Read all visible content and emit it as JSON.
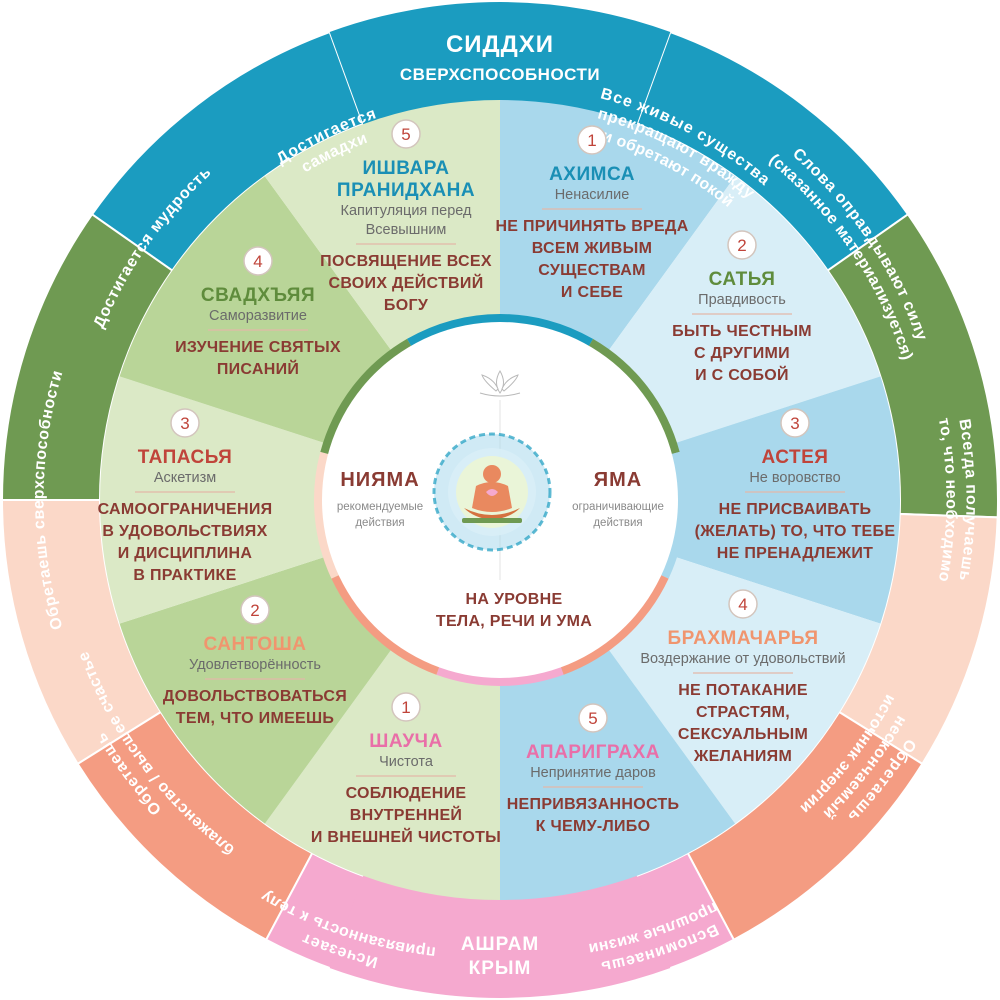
{
  "colors": {
    "teal": "#1b9cc0",
    "olive": "#6f9a52",
    "peach_light": "#fbd8c8",
    "salmon": "#f49c82",
    "pink": "#f5a9cf",
    "blue_light": "#a9d8ec",
    "blue_pale": "#d8eef7",
    "green_light": "#dbe9c6",
    "green_mid": "#b9d598",
    "title_red": "#c0443a",
    "title_teal": "#1a8fb5",
    "title_green": "#5f8c3c",
    "title_orange": "#f0956e",
    "title_pink": "#e96fa8",
    "desc_brown": "#8a3b33"
  },
  "top": {
    "title": "СИДДХИ",
    "subtitle": "СВЕРХСПОСОБНОСТИ"
  },
  "bottom": {
    "title_line1": "АШРАМ",
    "title_line2": "КРЫМ"
  },
  "outer_ring": {
    "top_left": [
      "Достигается",
      "самадхи"
    ],
    "top_right": [
      "Все живые существа",
      "прекращают вражду",
      "и обретают покой"
    ],
    "left_upper": [
      "Достигается мудрость"
    ],
    "right_upper": [
      "Слова оправдывают силу",
      "(сказанное материализуется)"
    ],
    "left_mid": [
      "Обретаешь сверхспособности"
    ],
    "right_mid": [
      "Всегда получаешь",
      "то, что необходимо"
    ],
    "left_lower": [
      "Обретаешь",
      "блаженство / высшее счастье"
    ],
    "right_lower": [
      "Обретаешь",
      "нескончаемый",
      "источник энергии"
    ],
    "bottom_left": [
      "Исчезает",
      "привязанность к телу"
    ],
    "bottom_right": [
      "Вспоминаешь",
      "прошлые жизни"
    ]
  },
  "center": {
    "niyama": {
      "title": "НИЯМА",
      "sub1": "рекомендуемые",
      "sub2": "действия"
    },
    "yama": {
      "title": "ЯМА",
      "sub1": "ограничивающие",
      "sub2": "действия"
    },
    "note_line1": "НА УРОВНЕ",
    "note_line2": "ТЕЛА, РЕЧИ И УМА"
  },
  "yama": [
    {
      "num": "1",
      "title": "АХИМСА",
      "sub": [
        "Ненасилие"
      ],
      "desc": [
        "НЕ ПРИЧИНЯТЬ ВРЕДА",
        "ВСЕМ ЖИВЫМ",
        "СУЩЕСТВАМ",
        "И СЕБЕ"
      ]
    },
    {
      "num": "2",
      "title": "САТЬЯ",
      "sub": [
        "Правдивость"
      ],
      "desc": [
        "БЫТЬ ЧЕСТНЫМ",
        "С ДРУГИМИ",
        "И С СОБОЙ"
      ]
    },
    {
      "num": "3",
      "title": "АСТЕЯ",
      "sub": [
        "Не воровство"
      ],
      "desc": [
        "НЕ ПРИСВАИВАТЬ",
        "(ЖЕЛАТЬ) ТО, ЧТО ТЕБЕ",
        "НЕ ПРЕНАДЛЕЖИТ"
      ]
    },
    {
      "num": "4",
      "title": "БРАХМАЧАРЬЯ",
      "sub": [
        "Воздержание от удовольствий"
      ],
      "desc": [
        "НЕ ПОТАКАНИЕ",
        "СТРАСТЯМ,",
        "СЕКСУАЛЬНЫМ",
        "ЖЕЛАНИЯМ"
      ]
    },
    {
      "num": "5",
      "title": "АПАРИГРАХА",
      "sub": [
        "Непринятие даров"
      ],
      "desc": [
        "НЕПРИВЯЗАННОСТЬ",
        "К ЧЕМУ-ЛИБО"
      ]
    }
  ],
  "niyama": [
    {
      "num": "5",
      "title": "ИШВАРА",
      "title2": "ПРАНИДХАНА",
      "sub": [
        "Капитуляция перед",
        "Всевышним"
      ],
      "desc": [
        "ПОСВЯЩЕНИЕ ВСЕХ",
        "СВОИХ ДЕЙСТВИЙ",
        "БОГУ"
      ]
    },
    {
      "num": "4",
      "title": "СВАДХЪЯЯ",
      "sub": [
        "Саморазвитие"
      ],
      "desc": [
        "ИЗУЧЕНИЕ СВЯТЫХ",
        "ПИСАНИЙ"
      ]
    },
    {
      "num": "3",
      "title": "ТАПАСЬЯ",
      "sub": [
        "Аскетизм"
      ],
      "desc": [
        "САМООГРАНИЧЕНИЯ",
        "В УДОВОЛЬСТВИЯХ",
        "И ДИСЦИПЛИНА",
        "В ПРАКТИКЕ"
      ]
    },
    {
      "num": "2",
      "title": "САНТОША",
      "sub": [
        "Удовлетворённость"
      ],
      "desc": [
        "ДОВОЛЬСТВОВАТЬСЯ",
        "ТЕМ, ЧТО ИМЕЕШЬ"
      ]
    },
    {
      "num": "1",
      "title": "ШАУЧА",
      "sub": [
        "Чистота"
      ],
      "desc": [
        "СОБЛЮДЕНИЕ",
        "ВНУТРЕННЕЙ",
        "И ВНЕШНЕЙ ЧИСТОТЫ"
      ]
    }
  ]
}
